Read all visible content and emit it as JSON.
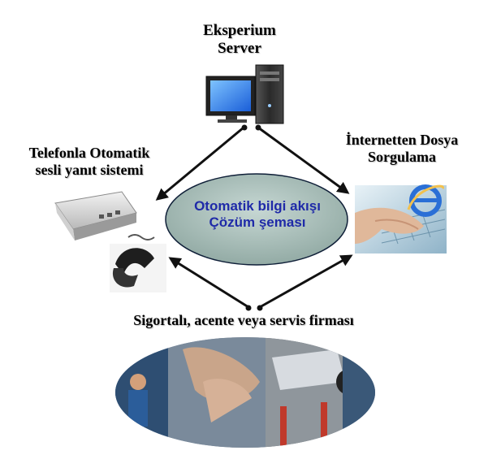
{
  "nodes": {
    "server": {
      "line1": "Eksperium",
      "line2": "Server"
    },
    "phone": {
      "line1": "Telefonla Otomatik",
      "line2": "sesli yanıt sistemi"
    },
    "internet": {
      "line1": "İnternetten Dosya",
      "line2": "Sorgulama"
    },
    "customer": {
      "line1": "Sigortalı, acente veya servis firması"
    }
  },
  "center": {
    "line1": "Otomatik bilgi akışı",
    "line2": "Çözüm şeması"
  },
  "icons": [
    "computer-icon",
    "telephone-icon",
    "internet-explorer-icon",
    "service-workshop-photo"
  ],
  "colors": {
    "ellipse_fill": "#a9c0bb",
    "center_text": "#1f2aa8",
    "arrow": "#111111",
    "ie_blue": "#2a6fd6"
  }
}
